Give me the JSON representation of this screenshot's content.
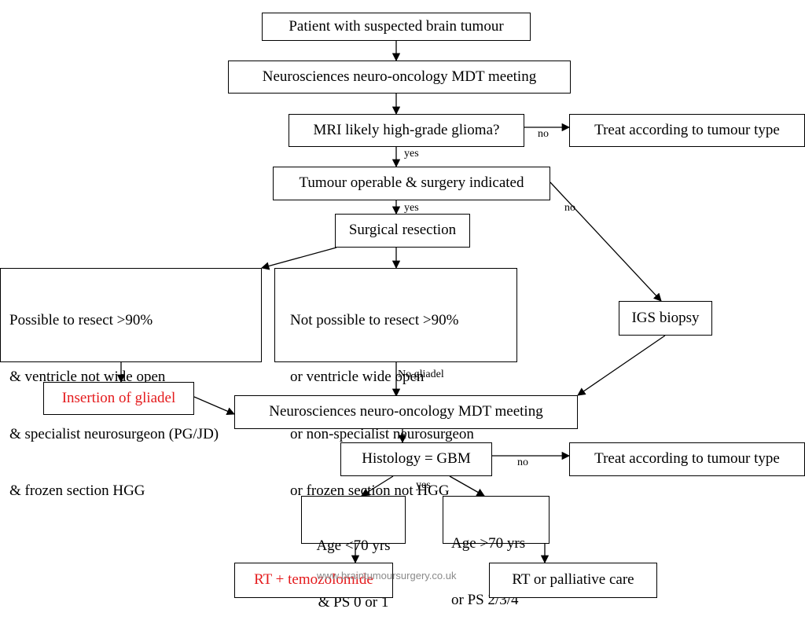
{
  "nodes": {
    "suspected": "Patient with suspected brain tumour",
    "mdt1": "Neurosciences neuro-oncology MDT meeting",
    "mri": "MRI likely high-grade glioma?",
    "treat1": "Treat according to tumour type",
    "operable": "Tumour operable & surgery indicated",
    "resection": "Surgical resection",
    "possible": [
      "Possible to resect >90%",
      "& ventricle not wide open",
      "& specialist neurosurgeon (PG/JD)",
      "& frozen section HGG"
    ],
    "not_possible": [
      "Not possible to resect >90%",
      "or ventricle wide open",
      "or non-specialist neurosurgeon",
      "or frozen section not HGG"
    ],
    "igs": "IGS biopsy",
    "gliadel": "Insertion of gliadel",
    "mdt2": "Neurosciences neuro-oncology MDT meeting",
    "histology": "Histology = GBM",
    "treat2": "Treat according to tumour type",
    "age_lt70": [
      "Age <70 yrs",
      "& PS 0 or 1"
    ],
    "age_gt70": [
      "Age >70 yrs",
      "or PS 2/3/4"
    ],
    "rt_temo": "RT + temozolomide",
    "rt_palliative": "RT or palliative care"
  },
  "labels": {
    "no_mri": "no",
    "yes_mri": "yes",
    "yes_operable": "yes",
    "no_operable": "no",
    "no_gliadel": "No gliadel",
    "no_histology": "no",
    "yes_histology": "yes"
  },
  "colors": {
    "highlight": "#e41a1c",
    "line": "#000000"
  },
  "watermark": "www.braintumoursurgery.co.uk"
}
